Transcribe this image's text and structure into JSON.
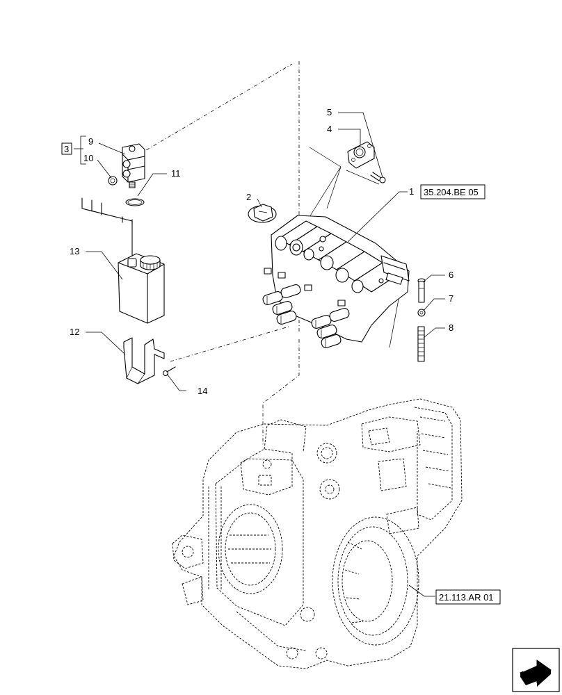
{
  "callouts": {
    "c1": "1",
    "c2": "2",
    "c3": "3",
    "c4": "4",
    "c5": "5",
    "c6": "6",
    "c7": "7",
    "c8": "8",
    "c9": "9",
    "c10": "10",
    "c11": "11",
    "c12": "12",
    "c13": "13",
    "c14": "14"
  },
  "references": {
    "control_valve_ref": "35.204.BE 05",
    "housing_ref": "21.113.AR 01"
  },
  "navigation": {
    "icon": "next-page-arrow-icon"
  }
}
